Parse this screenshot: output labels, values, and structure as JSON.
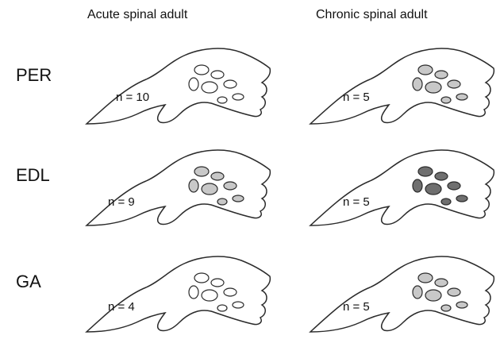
{
  "columns": {
    "acute": "Acute spinal adult",
    "chronic": "Chronic spinal adult"
  },
  "rows": [
    {
      "muscle": "PER",
      "acute_n": "n = 10",
      "chronic_n": "n = 5"
    },
    {
      "muscle": "EDL",
      "acute_n": "n = 9",
      "chronic_n": "n = 5"
    },
    {
      "muscle": "GA",
      "acute_n": "n = 4",
      "chronic_n": "n = 5"
    }
  ],
  "colors": {
    "outline": "#2b2b2b",
    "paw_base": "#ffffff",
    "light_gray": "#c8c8c8",
    "mid_gray": "#6f6f6f",
    "dark": "#222222"
  }
}
